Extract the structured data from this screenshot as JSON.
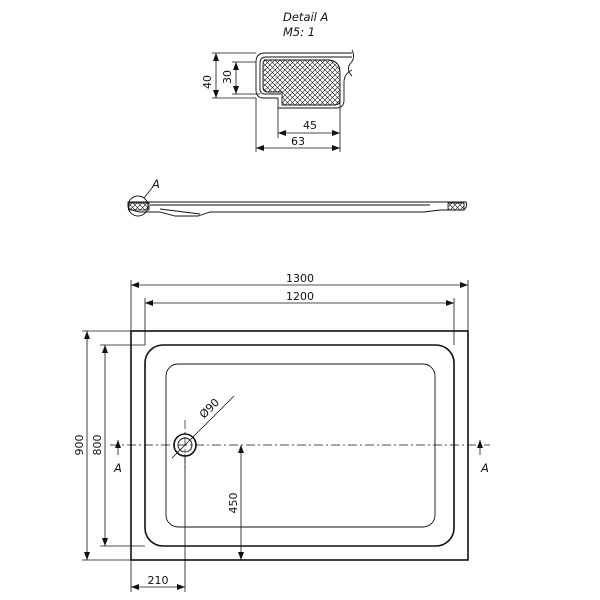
{
  "detail": {
    "title": "Detail  A",
    "scale": "M5: 1",
    "dim_40": "40",
    "dim_30": "30",
    "dim_45": "45",
    "dim_63": "63"
  },
  "section": {
    "marker": "A"
  },
  "plan": {
    "dim_width_outer": "1300",
    "dim_width_inner": "1200",
    "dim_height_outer": "900",
    "dim_height_inner": "800",
    "dim_drain_diameter": "Ø90",
    "dim_drain_y": "450",
    "dim_drain_x": "210",
    "section_left": "A",
    "section_right": "A"
  }
}
